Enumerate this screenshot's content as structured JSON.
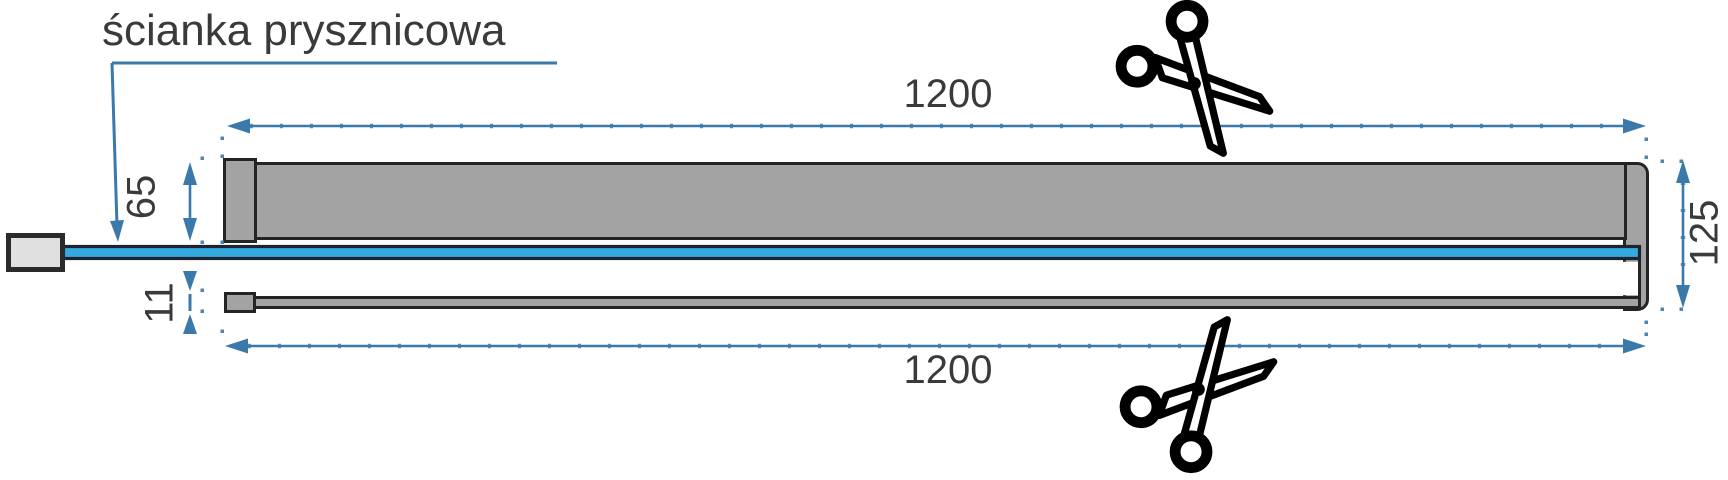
{
  "diagram": {
    "title": "ścianka prysznicowa",
    "dimensions": {
      "top_length": "1200",
      "bottom_length": "1200",
      "upper_profile_height": "65",
      "lower_gap": "11",
      "total_height": "125"
    },
    "colors": {
      "dimension_blue": "#3a79a9",
      "glass_blue": "#35aadf",
      "profile_gray": "#a3a3a3",
      "outline_dark": "#242424",
      "wall_block_fill": "#e0e0e0",
      "text_color": "#3a3a3a"
    },
    "icons": {
      "top": "scissors-icon",
      "bottom": "scissors-icon"
    }
  }
}
